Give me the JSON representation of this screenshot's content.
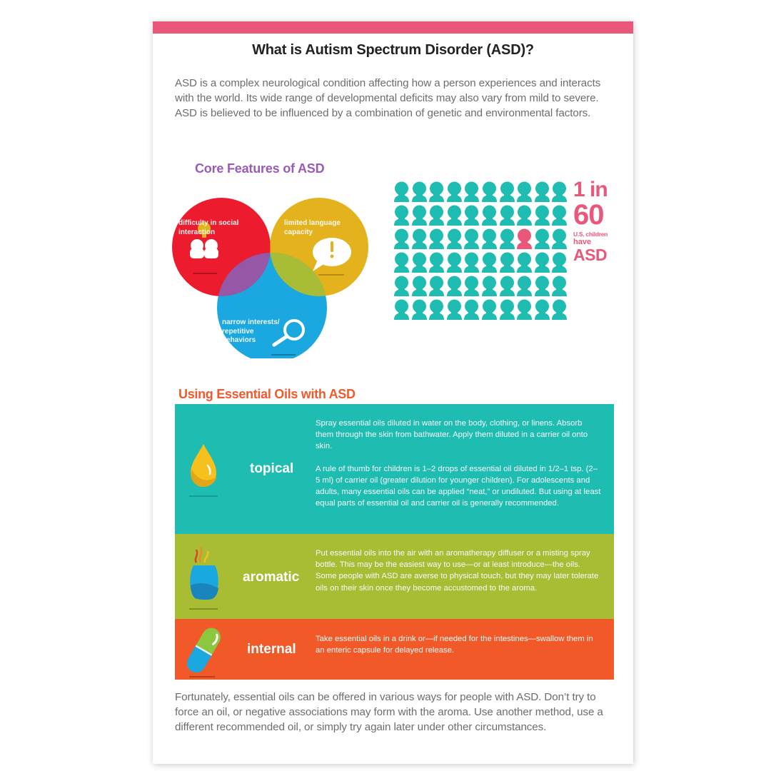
{
  "page": {
    "title": "What is Autism Spectrum Disorder (ASD)?",
    "intro": "ASD is a complex neurological condition affecting how a person experiences and interacts with the world. Its wide range of developmental deficits may also vary from mild to severe. ASD is believed to be influenced by a combination of genetic and environmental factors.",
    "colors": {
      "accent_pink": "#e9587a",
      "core_title_purple": "#9b5bb5",
      "oils_title_orange": "#f05a2c",
      "teal": "#1fbcb2",
      "green": "#a9bd34",
      "orange": "#f15a28",
      "venn_red": "#ec1c2e",
      "venn_yellow": "#e3b21c",
      "venn_blue": "#1ba7df"
    }
  },
  "core_features": {
    "title": "Core Features of ASD",
    "circles": [
      {
        "label": "difficulty in social interaction",
        "icon": "two-people-lightbulb-icon",
        "color": "#ec1c2e"
      },
      {
        "label": "limited language capacity",
        "icon": "speech-bubble-exclamation-icon",
        "color": "#e3b21c"
      },
      {
        "label": "narrow interests/ repetitive behaviors",
        "icon": "magnifying-glass-icon",
        "color": "#1ba7df"
      }
    ]
  },
  "prevalence": {
    "line1": "1 in",
    "line2": "60",
    "line3": "U.S. children",
    "line4": "have",
    "line5": "ASD",
    "grid": {
      "rows": 6,
      "columns": 10,
      "total": 60,
      "highlighted_row": 3,
      "highlighted_column": 8,
      "base_color": "#1fbcb2",
      "highlight_color": "#e9587a"
    }
  },
  "essential_oils": {
    "title": "Using Essential Oils with ASD",
    "methods": [
      {
        "label": "topical",
        "icon": "oil-drop-icon",
        "paragraphs": [
          "Spray essential oils diluted in water on the body, clothing, or linens. Absorb them through the skin from bathwater. Apply them diluted in a carrier oil onto skin.",
          "A rule of thumb for children is 1–2 drops of essential oil diluted in 1/2–1 tsp. (2–5 ml) of carrier oil (greater dilution for younger children). For adolescents and adults, many essential oils can be applied “neat,” or undiluted. But using at least equal parts of essential oil and carrier oil is generally recommended."
        ]
      },
      {
        "label": "aromatic",
        "icon": "diffuser-icon",
        "paragraphs": [
          "Put essential oils into the air with an aromatherapy diffuser or a misting spray bottle. This may be the easiest way to use—or at least introduce—the oils. Some people with ASD are averse to physical touch, but they may later tolerate oils on their skin once they become accustomed to the aroma."
        ]
      },
      {
        "label": "internal",
        "icon": "capsule-icon",
        "paragraphs": [
          "Take essential oils in a drink or—if needed for the intestines—swallow them in an enteric capsule for delayed release."
        ]
      }
    ]
  },
  "footer": {
    "text": "Fortunately, essential oils can be offered in various ways for people with ASD. Don’t try to force an oil, or negative associations may form with the aroma. Use another method, use a different recommended oil, or simply try again later under other circumstances."
  }
}
